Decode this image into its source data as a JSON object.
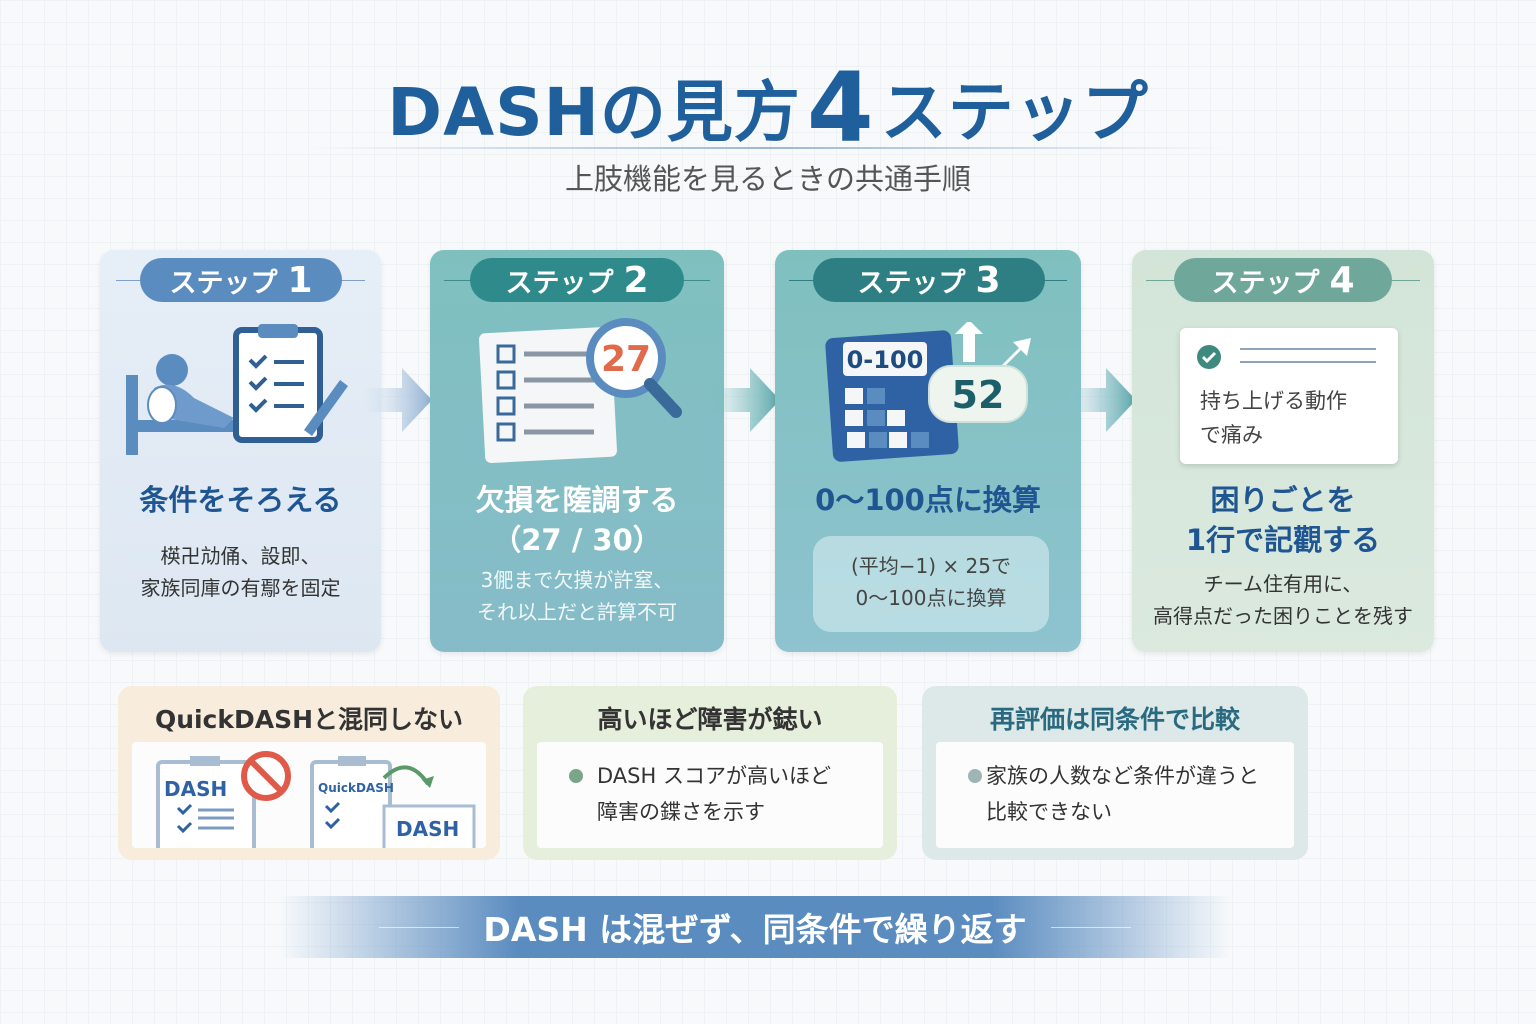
{
  "title": {
    "prefix": "DASHの見方",
    "number": "4",
    "suffix": "ステップ"
  },
  "subtitle": "上肢機能を見るときの共通手順",
  "colors": {
    "title": "#1f5f9c",
    "step1": "#5b8cc0",
    "step2": "#2f8a8c",
    "step3": "#2e7f84",
    "step4": "#6fa79a",
    "banner": "#5b8cc0"
  },
  "steps": [
    {
      "badge": "ステップ",
      "num": "1",
      "heading": "条件をそろえる",
      "desc": [
        "楧卍劥俑、設即、",
        "家族同庫の有鄢を固定"
      ],
      "icon": "patient-clipboard-icon"
    },
    {
      "badge": "ステップ",
      "num": "2",
      "heading": "欠損を隓調する",
      "heading2": "（27 / 30）",
      "desc": [
        "3俷まで欠摸が許窒、",
        "それ以上だと許算不可"
      ],
      "icon": "checklist-magnifier-icon",
      "badge_value": "27"
    },
    {
      "badge": "ステップ",
      "num": "3",
      "heading": "0〜100点に換算",
      "desc": [
        "(平均−1) × 25で",
        "0〜100点に換算"
      ],
      "icon": "calculator-icon",
      "calc_label": "0-100",
      "score": "52"
    },
    {
      "badge": "ステップ",
      "num": "4",
      "heading": "困りごとを",
      "heading2": "1行で記觀する",
      "desc": [
        "チーム住有用に、",
        "高得点だった困りことを残す"
      ],
      "note": [
        "持ち上げる動作",
        "で痛み"
      ],
      "icon": "note-check-icon"
    }
  ],
  "tips": [
    {
      "title": "QuickDASHと混同しない",
      "labels": [
        "DASH",
        "QuickDASH",
        "DASH"
      ],
      "icon": "no-entry-icon"
    },
    {
      "title": "高いほど障害が鋕い",
      "text": [
        "DASH スコアが高いほど",
        "障害の鍱さを示す"
      ],
      "dot": "#7aa58a"
    },
    {
      "title": "再評価は同条件で比較",
      "text": [
        "家族の人数など条件が違うと",
        "比較できない"
      ],
      "dot": "#9fb5b5"
    }
  ],
  "banner": "DASH は混ぜず、同条件で繰り返す"
}
